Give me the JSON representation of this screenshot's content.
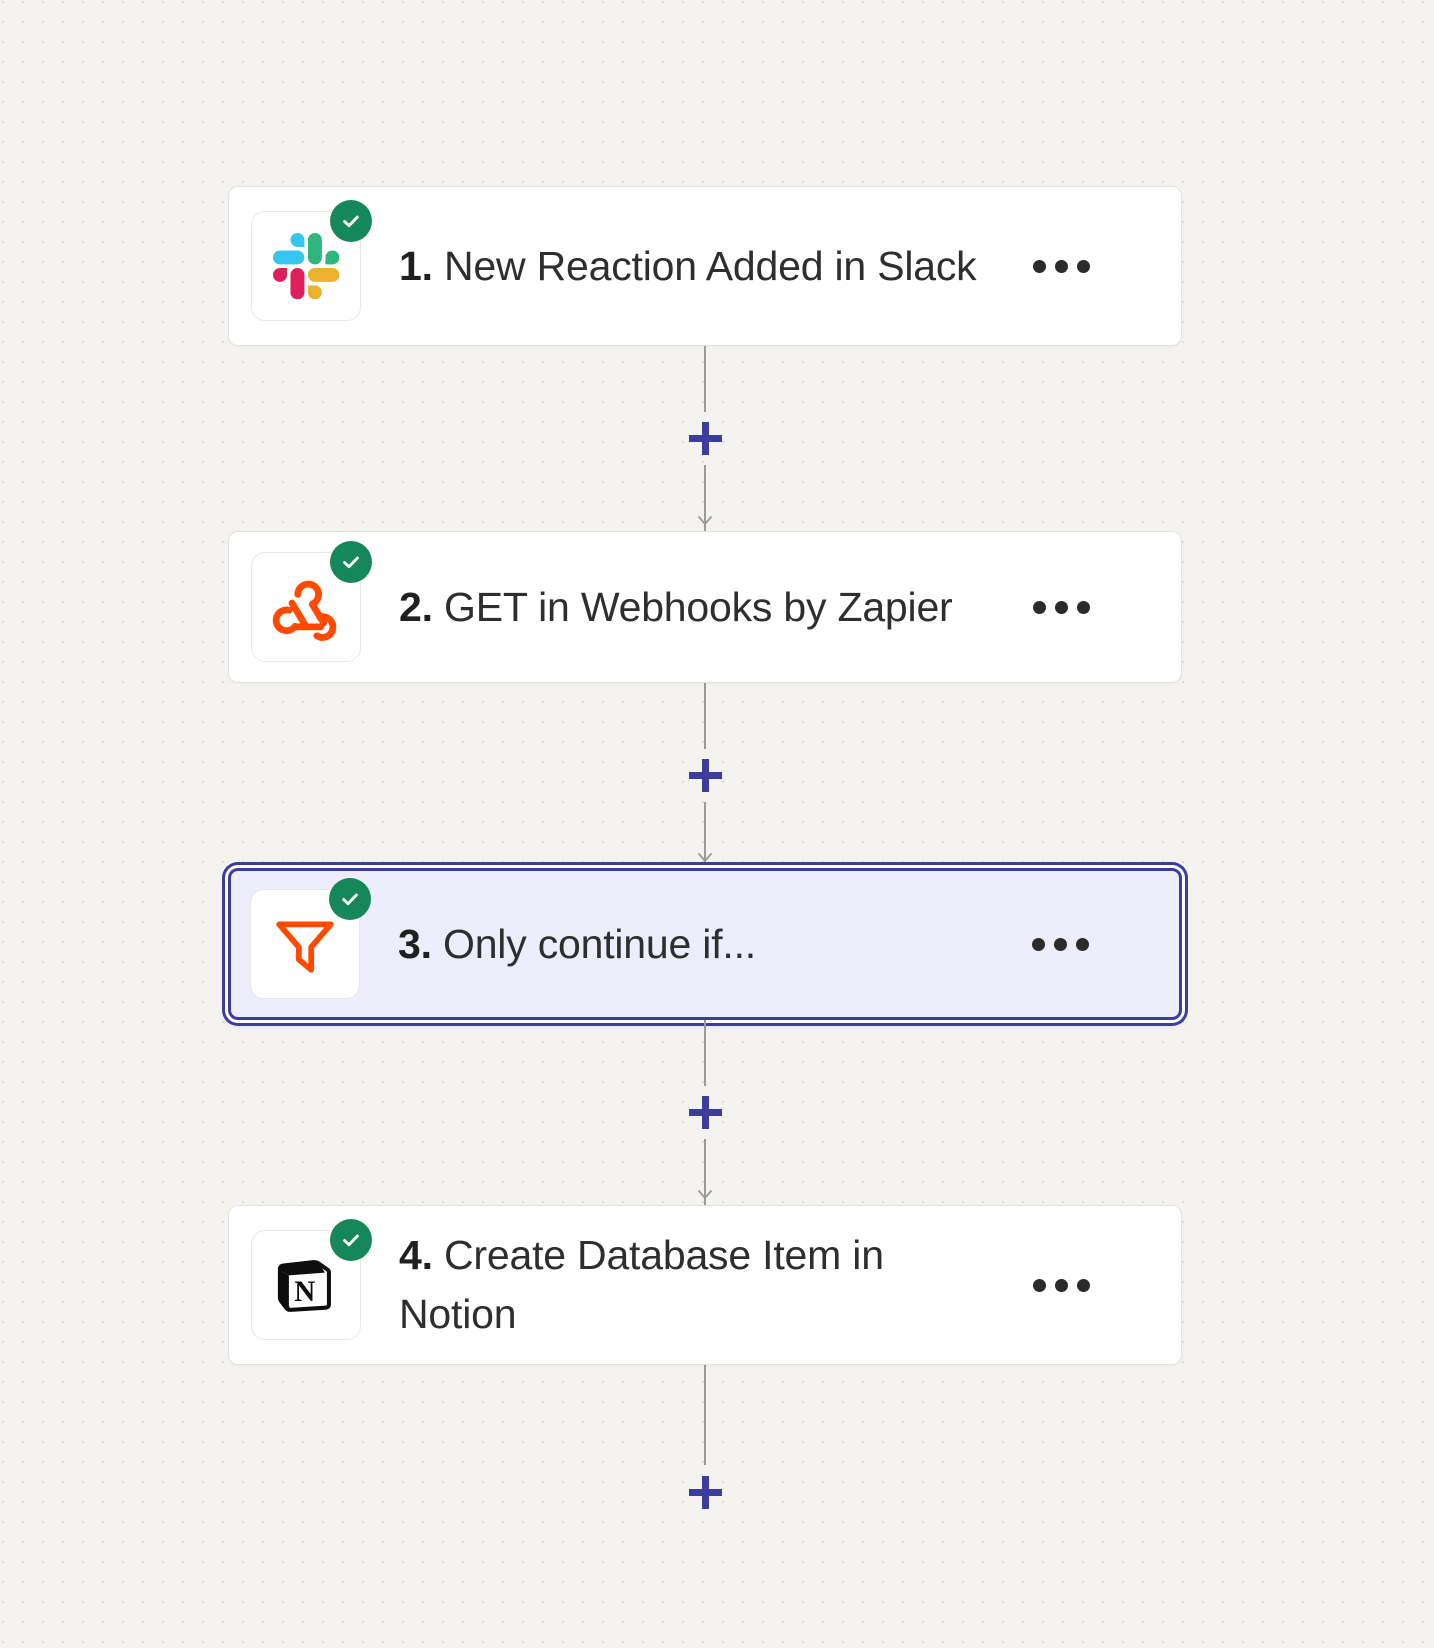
{
  "app": {
    "name": "Zap editor canvas",
    "accent_color": "#3D3D9E",
    "selected_card_fill": "#EDEDFB",
    "status_badge_color": "#15875A",
    "canvas_background": "#F4F3F0"
  },
  "flow": {
    "steps": [
      {
        "index": "1.",
        "title": "New Reaction Added in Slack",
        "app": "Slack",
        "icon": "slack-icon",
        "status": "check-icon",
        "status_label": "configured",
        "selected": false,
        "more_menu_label": "•••"
      },
      {
        "index": "2.",
        "title": "GET in Webhooks by Zapier",
        "app": "Webhooks by Zapier",
        "icon": "webhooks-icon",
        "status": "check-icon",
        "status_label": "configured",
        "selected": false,
        "more_menu_label": "•••"
      },
      {
        "index": "3.",
        "title": "Only continue if...",
        "app": "Filter by Zapier",
        "icon": "filter-icon",
        "status": "check-icon",
        "status_label": "configured",
        "selected": true,
        "more_menu_label": "•••"
      },
      {
        "index": "4.",
        "title": "Create Database Item in Notion",
        "app": "Notion",
        "icon": "notion-icon",
        "status": "check-icon",
        "status_label": "configured",
        "selected": false,
        "more_menu_label": "•••"
      }
    ],
    "connectors": [
      {
        "add_label": "+",
        "name": "add-step-between-1-and-2"
      },
      {
        "add_label": "+",
        "name": "add-step-between-2-and-3"
      },
      {
        "add_label": "+",
        "name": "add-step-between-3-and-4"
      },
      {
        "add_label": "+",
        "name": "add-step-after-4"
      }
    ]
  }
}
